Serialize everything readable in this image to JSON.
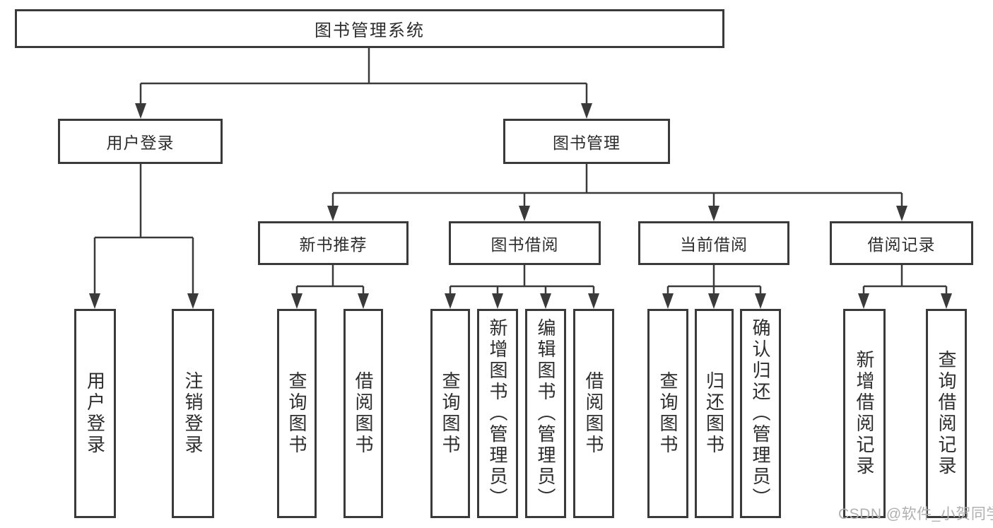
{
  "diagram": {
    "title": "图书管理系统",
    "type": "functional-structure-tree"
  },
  "tree": {
    "root": {
      "label": "图书管理系统"
    },
    "branches": [
      {
        "label": "用户登录",
        "children": [
          {
            "label": "用户登录"
          },
          {
            "label": "注销登录"
          }
        ]
      },
      {
        "label": "图书管理",
        "children": [
          {
            "label": "新书推荐",
            "children": [
              {
                "label": "查询图书"
              },
              {
                "label": "借阅图书"
              }
            ]
          },
          {
            "label": "图书借阅",
            "children": [
              {
                "label": "查询图书"
              },
              {
                "label": "新增图书（管理员）"
              },
              {
                "label": "编辑图书（管理员）"
              },
              {
                "label": "借阅图书"
              }
            ]
          },
          {
            "label": "当前借阅",
            "children": [
              {
                "label": "查询图书"
              },
              {
                "label": "归还图书"
              },
              {
                "label": "确认归还（管理员）"
              }
            ]
          },
          {
            "label": "借阅记录",
            "children": [
              {
                "label": "新增借阅记录"
              },
              {
                "label": "查询借阅记录"
              }
            ]
          }
        ]
      }
    ]
  },
  "watermark": {
    "text": "CSDN @软件_小贺同学"
  },
  "colors": {
    "line": "#3a3a3a",
    "text": "#2d2d2d",
    "bg": "#ffffff",
    "watermark": "#b0b0b0"
  }
}
